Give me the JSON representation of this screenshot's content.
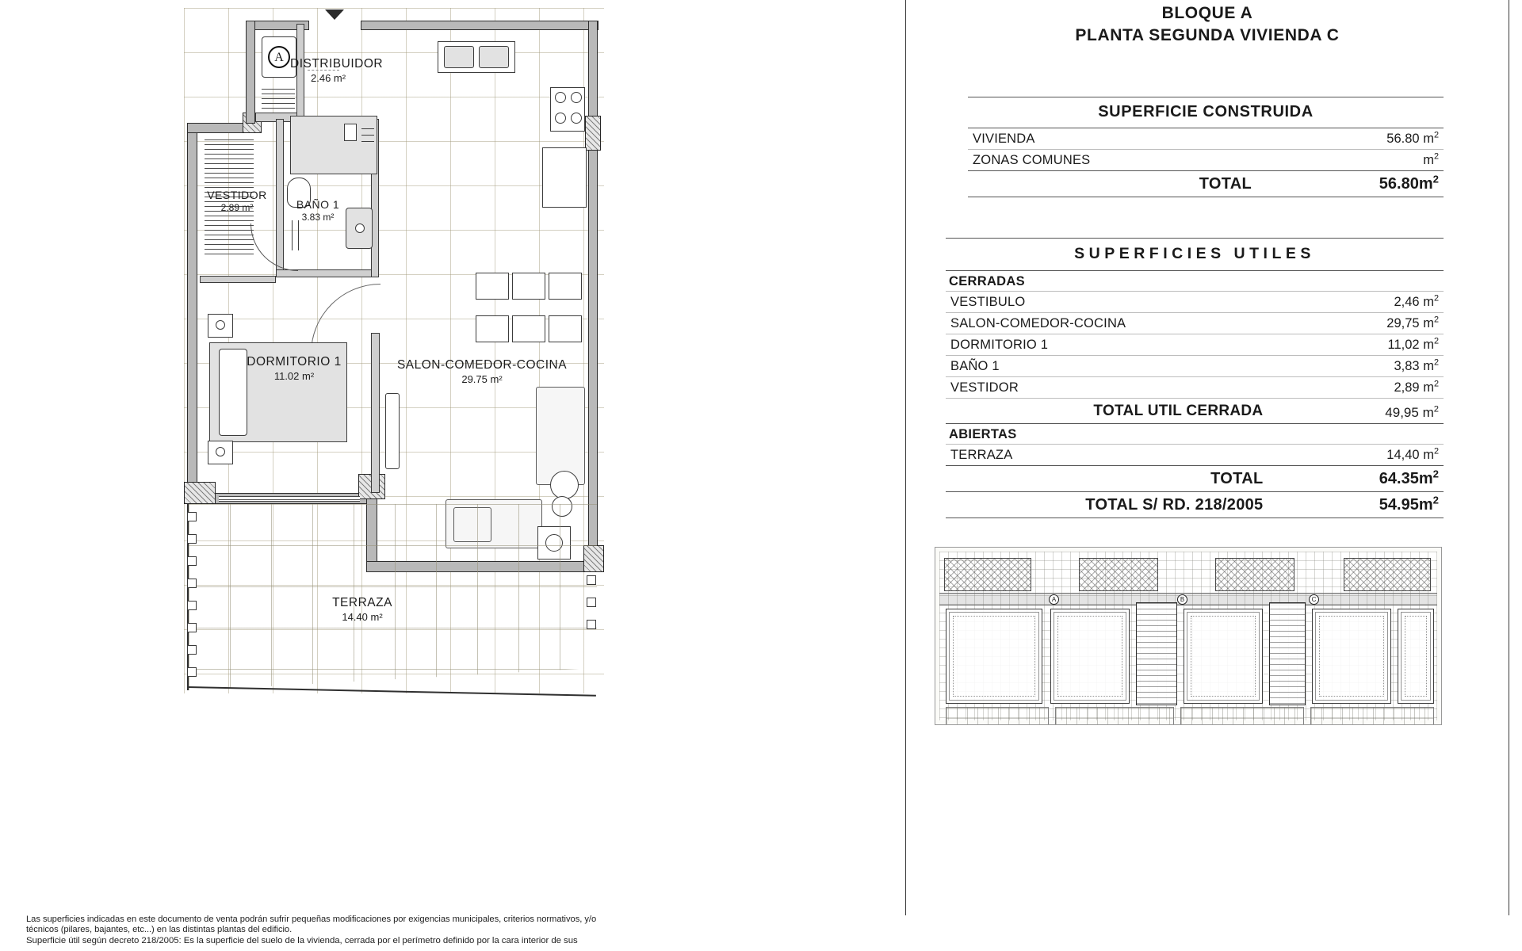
{
  "header": {
    "bloque": "BLOQUE A",
    "planta": "PLANTA SEGUNDA VIVIENDA C"
  },
  "superficie_construida": {
    "title": "SUPERFICIE CONSTRUIDA",
    "rows": [
      {
        "label": "VIVIENDA",
        "value": "56.80",
        "unit": "m"
      },
      {
        "label": "ZONAS COMUNES",
        "value": "",
        "unit": "m"
      }
    ],
    "total_label": "TOTAL",
    "total_value": "56.80",
    "total_unit": "m"
  },
  "superficies_utiles": {
    "title": "SUPERFICIES UTILES",
    "group_cerradas": "CERRADAS",
    "cerradas": [
      {
        "label": "VESTIBULO",
        "value": "2,46",
        "unit": "m"
      },
      {
        "label": "SALON-COMEDOR-COCINA",
        "value": "29,75",
        "unit": "m"
      },
      {
        "label": "DORMITORIO 1",
        "value": "11,02",
        "unit": "m"
      },
      {
        "label": "BAÑO 1",
        "value": "3,83",
        "unit": "m"
      },
      {
        "label": "VESTIDOR",
        "value": "2,89",
        "unit": "m"
      }
    ],
    "total_cerrada_label": "TOTAL UTIL CERRADA",
    "total_cerrada_value": "49,95",
    "total_cerrada_unit": "m",
    "group_abiertas": "ABIERTAS",
    "abiertas": [
      {
        "label": "TERRAZA",
        "value": "14,40",
        "unit": "m"
      }
    ],
    "total_label": "TOTAL",
    "total_value": "64.35",
    "total_unit": "m",
    "total_rd_label": "TOTAL S/ RD. 218/2005",
    "total_rd_value": "54.95",
    "total_rd_unit": "m"
  },
  "plan": {
    "north_marker": "north-arrow",
    "entry_marker": "A",
    "rooms": [
      {
        "name": "DISTRIBUIDOR",
        "area": "2.46 m²"
      },
      {
        "name": "VESTIDOR",
        "area": "2.89 m²"
      },
      {
        "name": "BAÑO 1",
        "area": "3.83 m²"
      },
      {
        "name": "DORMITORIO 1",
        "area": "11.02 m²"
      },
      {
        "name": "SALON-COMEDOR-COCINA",
        "area": "29.75 m²"
      },
      {
        "name": "TERRAZA",
        "area": "14.40 m²"
      }
    ]
  },
  "keyplan": {
    "markers": [
      "A",
      "B",
      "C"
    ]
  },
  "footer": {
    "line1": "Las superficies indicadas en este documento de venta podrán sufrir pequeñas modificaciones por exigencias municipales, criterios normativos, y/o",
    "line2": "técnicos (pilares, bajantes, etc...) en las distintas plantas del edificio.",
    "line3": "Superficie útil según decreto 218/2005: Es la superficie del suelo de la vivienda, cerrada por el perímetro definido por la cara interior de sus"
  }
}
